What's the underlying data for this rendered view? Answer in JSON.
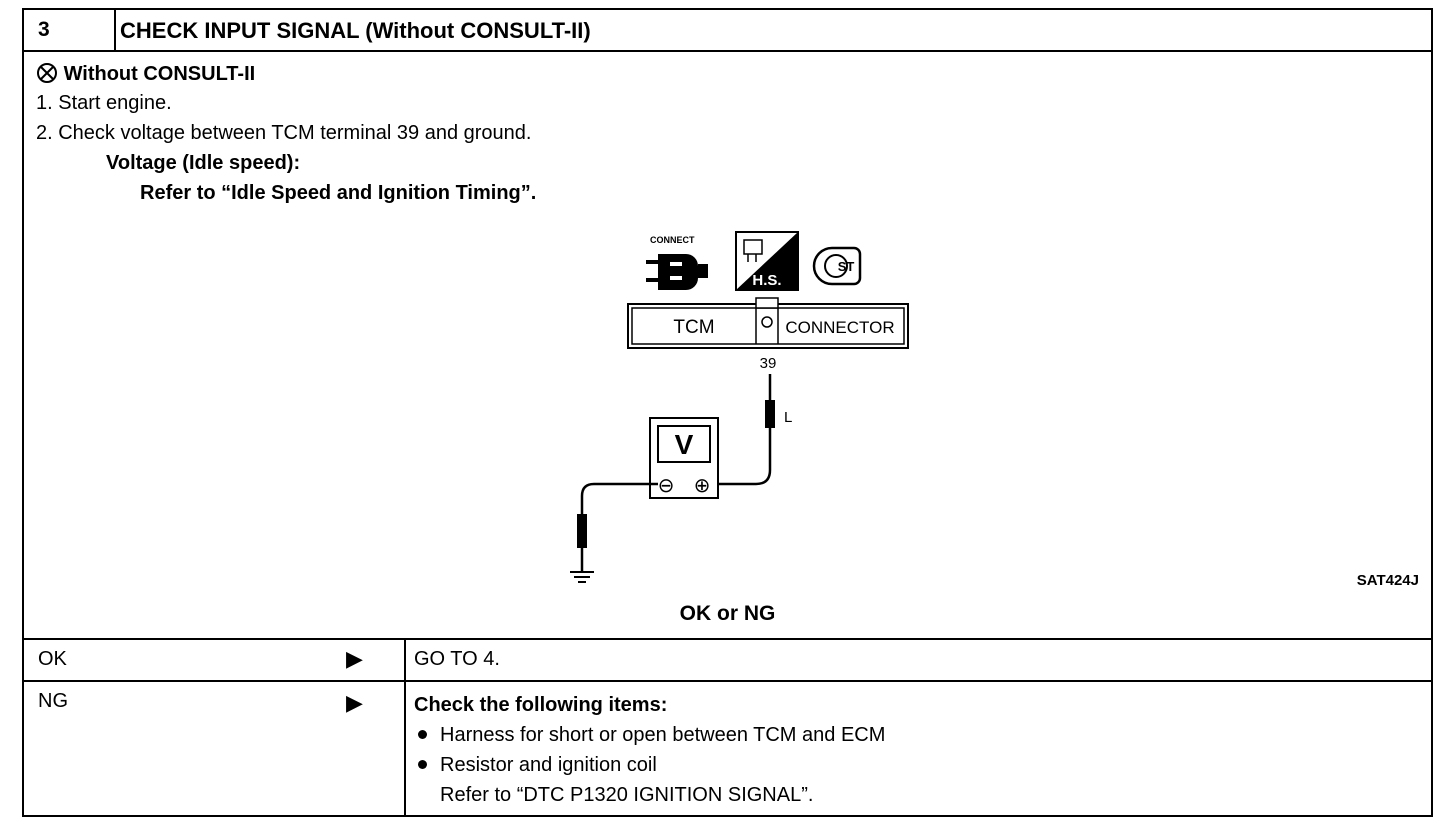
{
  "step": {
    "number": "3",
    "title": "CHECK INPUT SIGNAL (Without CONSULT-II)"
  },
  "procedure": {
    "mode_label": "Without CONSULT-II",
    "steps": [
      "1.  Start engine.",
      "2.  Check voltage between TCM terminal 39 and ground."
    ],
    "spec_label": "Voltage (Idle speed):",
    "spec_value": "Refer to “Idle Speed and Ignition Timing”."
  },
  "diagram": {
    "connect_label": "CONNECT",
    "hs_label": "H.S.",
    "st_label": "ST",
    "connector_left": "TCM",
    "connector_right": "CONNECTOR",
    "terminal": "39",
    "wire_color": "L",
    "meter_label": "V",
    "minus": "⊖",
    "plus": "⊕",
    "figure_id": "SAT424J"
  },
  "result_prompt": "OK or NG",
  "results": [
    {
      "label": "OK",
      "action": "GO TO 4."
    },
    {
      "label": "NG",
      "action_title": "Check the following items:",
      "items": [
        "Harness for short or open between TCM and ECM",
        "Resistor and ignition coil"
      ],
      "note": "Refer to “DTC P1320 IGNITION SIGNAL”."
    }
  ]
}
